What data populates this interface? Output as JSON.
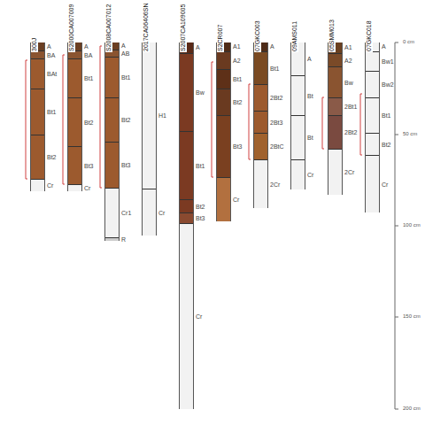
{
  "diagram": {
    "nodes": [
      {
        "text": [
          "300J"
        ]
      },
      {
        "text": [
          "A"
        ],
        "in": 0
      },
      {
        "text": [
          "BA"
        ],
        "in": 0
      },
      {
        "text": [
          "BAt"
        ],
        "in": 0
      },
      {
        "text": [
          "Bt1"
        ],
        "in": 0
      },
      {
        "text": [
          "Bt2"
        ],
        "in": 0
      },
      {
        "text": [
          "Cr"
        ],
        "in": 0
      },
      {
        "text": [
          "S2000CA007009"
        ]
      },
      {
        "text": [
          "A"
        ],
        "in": 7
      },
      {
        "text": [
          "BA"
        ],
        "in": 7
      },
      {
        "text": [
          "Bt1"
        ],
        "in": 7
      },
      {
        "text": [
          "Bt2"
        ],
        "in": 7
      },
      {
        "text": [
          "Bt3"
        ],
        "in": 7
      },
      {
        "text": [
          "Cr"
        ],
        "in": 7
      },
      {
        "text": [
          "S2008CA007012"
        ]
      },
      {
        "text": [
          "A"
        ],
        "in": 14
      },
      {
        "text": [
          "AB"
        ],
        "in": 14
      },
      {
        "text": [
          "Bt1"
        ],
        "in": 14
      },
      {
        "text": [
          "Bt2"
        ],
        "in": 14
      },
      {
        "text": [
          "Bt3"
        ],
        "in": 14
      },
      {
        "text": [
          "Cr1"
        ],
        "in": 14
      },
      {
        "text": [
          "R"
        ],
        "in": 14
      },
      {
        "text": [
          "2017CA06406SN"
        ]
      },
      {
        "text": [
          "H1"
        ],
        "in": 22
      },
      {
        "text": [
          "Cr"
        ],
        "in": 22
      },
      {
        "text": [
          "S2007CA109005"
        ]
      },
      {
        "text": [
          "A"
        ],
        "in": 25
      },
      {
        "text": [
          "Bw"
        ],
        "in": 25
      },
      {
        "text": [
          "Bt1"
        ],
        "in": 25
      },
      {
        "text": [
          "Bt2"
        ],
        "in": 25
      },
      {
        "text": [
          "Bt3"
        ],
        "in": 25
      },
      {
        "text": [
          "Cr"
        ],
        "in": 25
      },
      {
        "text": [
          "S2CR007"
        ]
      },
      {
        "text": [
          "A1"
        ],
        "in": 32
      },
      {
        "text": [
          "A2"
        ],
        "in": 32
      },
      {
        "text": [
          "Bt1"
        ],
        "in": 32
      },
      {
        "text": [
          "Bt2"
        ],
        "in": 32
      },
      {
        "text": [
          "Bt3"
        ],
        "in": 32
      },
      {
        "text": [
          "Cr"
        ],
        "in": 32
      },
      {
        "text": [
          "07GKC003"
        ]
      },
      {
        "text": [
          "A"
        ],
        "in": 39
      },
      {
        "text": [
          "Bt1"
        ],
        "in": 39
      },
      {
        "text": [
          "2Bt2"
        ],
        "in": 39
      },
      {
        "text": [
          "2Bt3"
        ],
        "in": 39
      },
      {
        "text": [
          "2BtC"
        ],
        "in": 39
      },
      {
        "text": [
          "2Cr"
        ],
        "in": 39
      },
      {
        "text": [
          "09AMS011"
        ]
      },
      {
        "text": [
          "A"
        ],
        "in": 46
      },
      {
        "text": [
          "Bt"
        ],
        "in": 46
      },
      {
        "text": [
          "Bt"
        ],
        "in": 46
      },
      {
        "text": [
          "Cr"
        ],
        "in": 46
      },
      {
        "text": [
          "05SMM013"
        ]
      },
      {
        "text": [
          "A1"
        ],
        "in": 51
      },
      {
        "text": [
          "A2"
        ],
        "in": 51
      },
      {
        "text": [
          "Bw"
        ],
        "in": 51
      },
      {
        "text": [
          "2Bt1"
        ],
        "in": 51
      },
      {
        "text": [
          "2Bt2"
        ],
        "in": 51
      },
      {
        "text": [
          "2Cr"
        ],
        "in": 51
      },
      {
        "text": [
          "07GKC018"
        ]
      },
      {
        "text": [
          "A"
        ],
        "in": 58
      },
      {
        "text": [
          "Bw1"
        ],
        "in": 58
      },
      {
        "text": [
          "Bw2"
        ],
        "in": 58
      },
      {
        "text": [
          "Bt1"
        ],
        "in": 58
      },
      {
        "text": [
          "Bt2"
        ],
        "in": 58
      },
      {
        "text": [
          "Cr"
        ],
        "in": 58
      }
    ],
    "labels": [
      "0 cm",
      "50 cm",
      "100 cm",
      "150 cm",
      "200 cm"
    ]
  }
}
